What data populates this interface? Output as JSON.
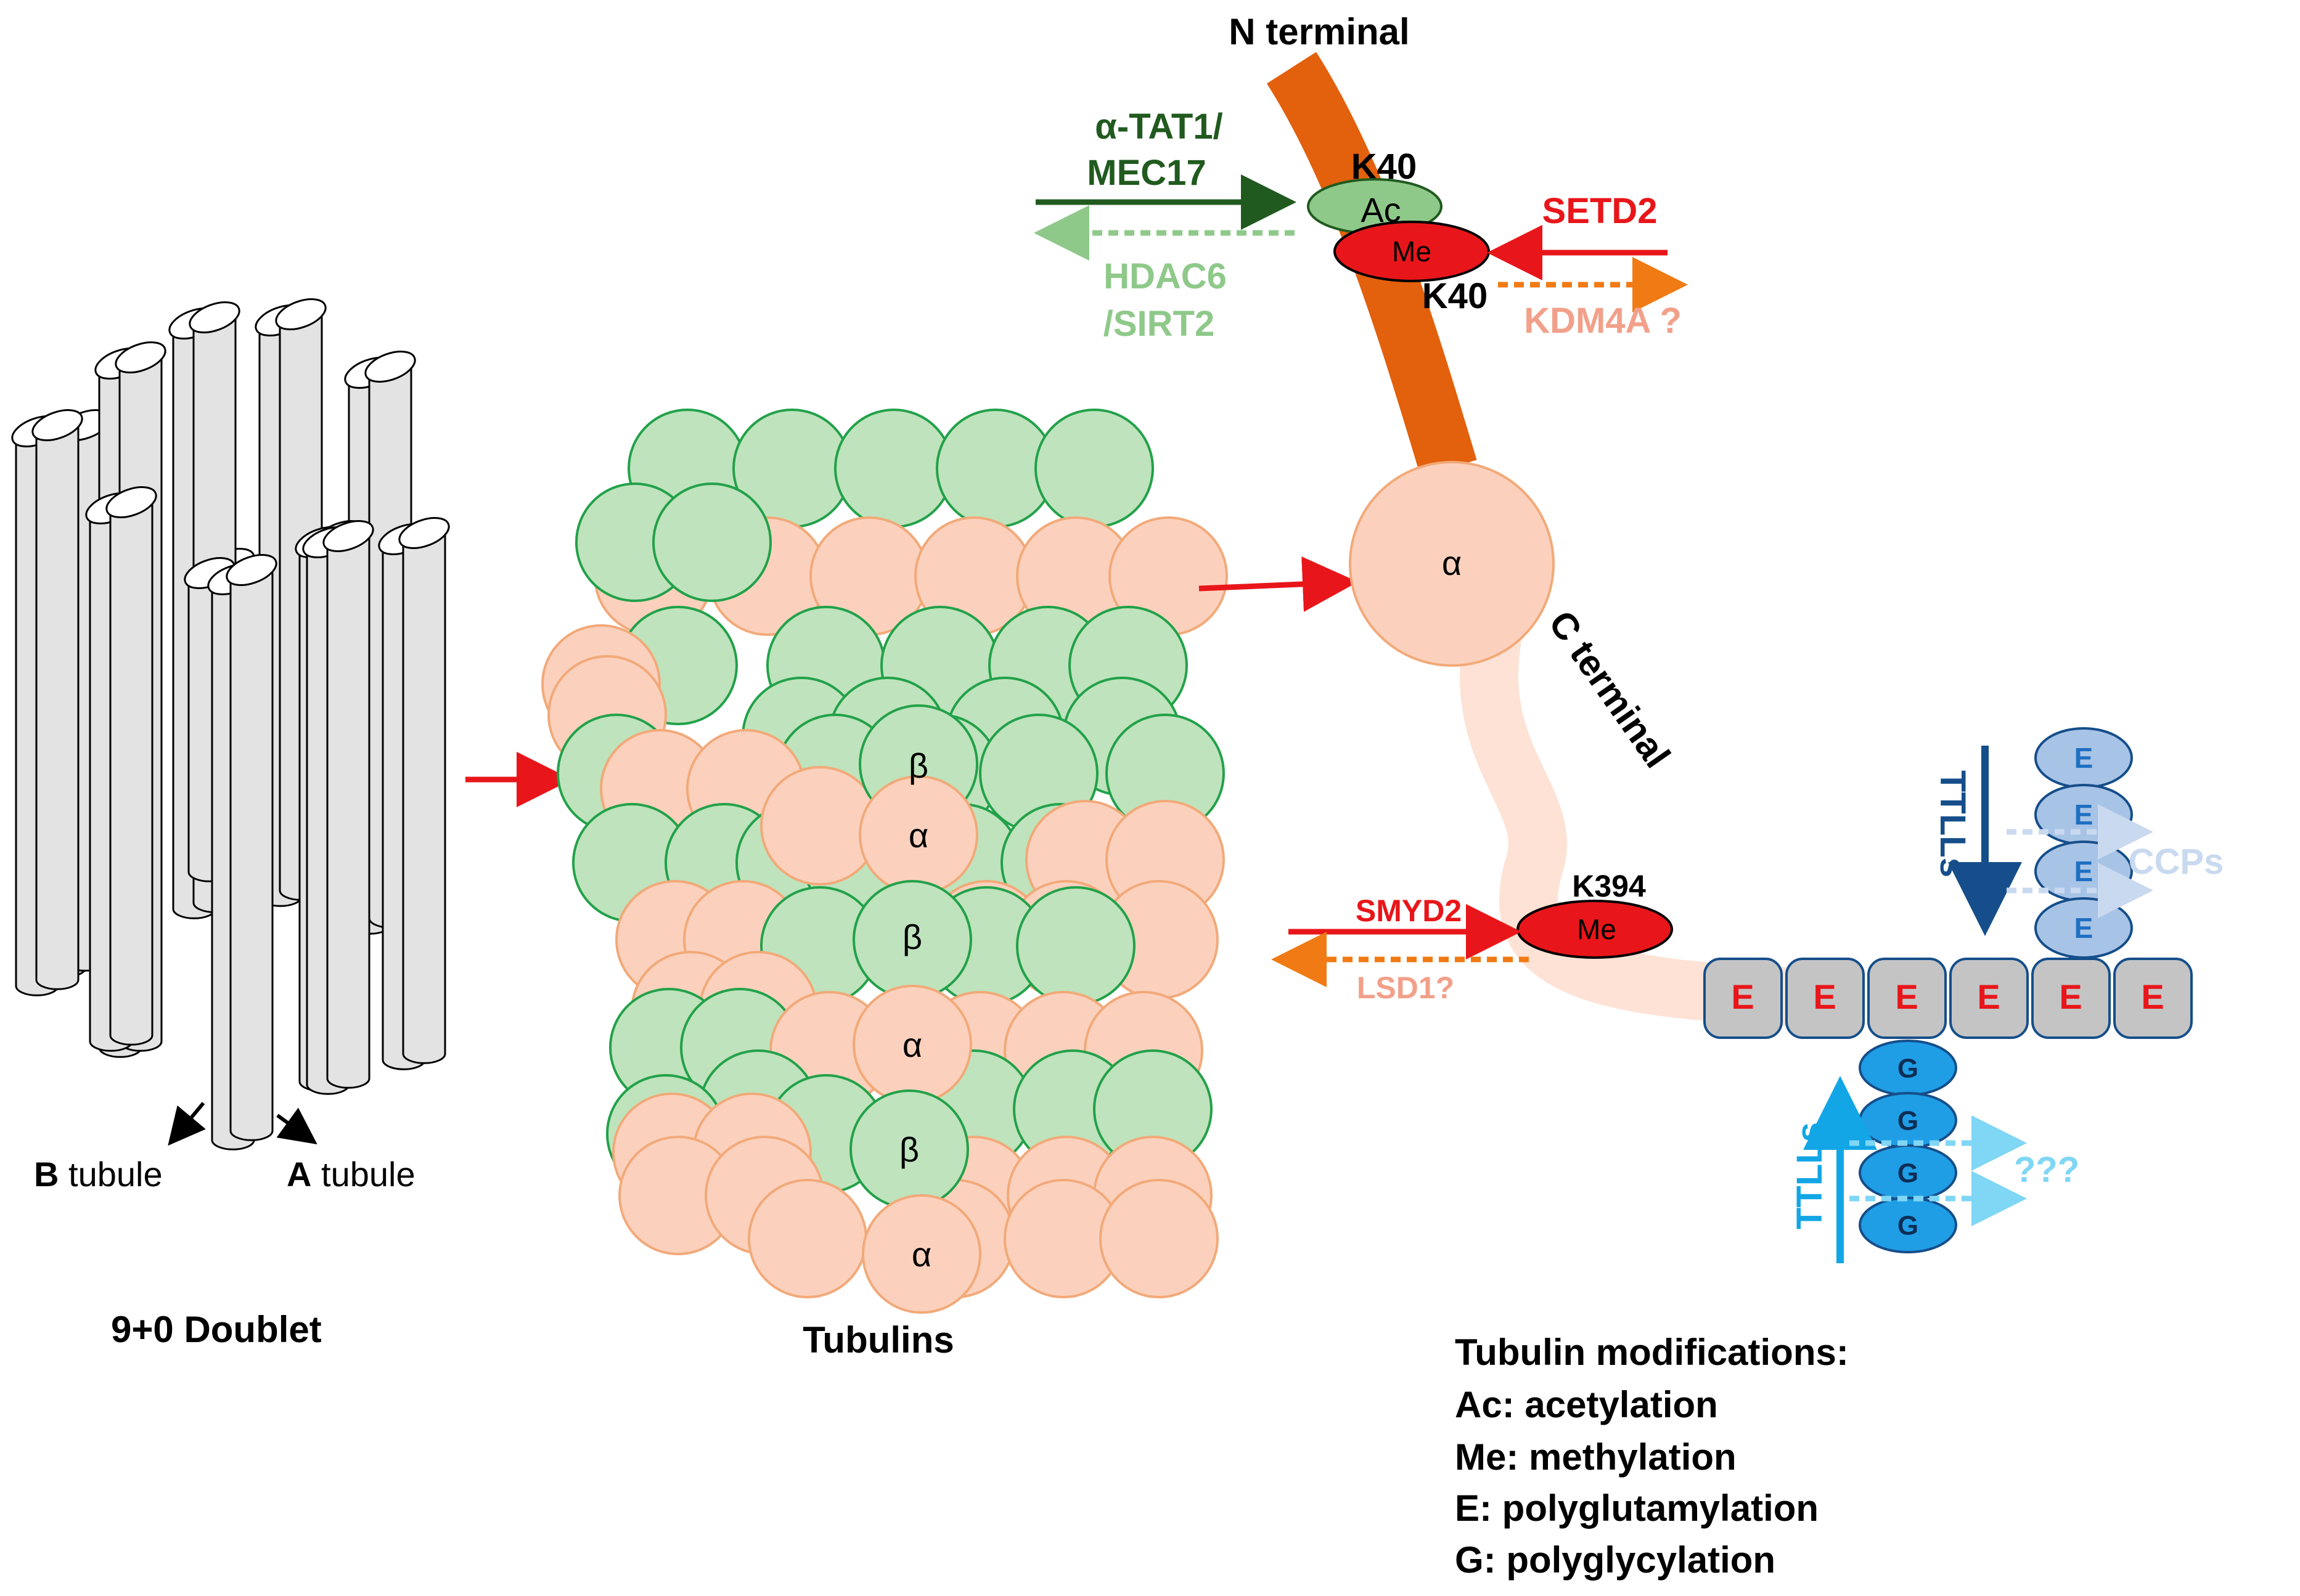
{
  "colors": {
    "tube_fill": "#e3e3e3",
    "tube_stroke": "#000000",
    "alpha_fill": "#fbd1bd",
    "alpha_stroke": "#f2a979",
    "beta_fill": "#bfe3bc",
    "beta_stroke": "#22a14a",
    "beta_dark_fill": "#8fd08d",
    "n_terminal": "#e3600c",
    "c_terminal": "#fde2d5",
    "red": "#e8161a",
    "dark_green": "#215a1f",
    "light_green": "#8fc98a",
    "orange": "#f07a14",
    "salmon": "#f2a08a",
    "navy": "#154e8a",
    "cyan": "#12a6e6",
    "light_cyan": "#7fd6f5",
    "pale_blue": "#c9d9ef",
    "e_blue": "#a7c3e6",
    "e_chain_gray": "#c4c4c4",
    "g_blue": "#1f9ee6"
  },
  "doublet": {
    "b_tubule_bold": "B",
    "b_tubule_rest": " tubule",
    "a_tubule_bold": "A",
    "a_tubule_rest": " tubule",
    "caption": "9+0 Doublet"
  },
  "tubulins": {
    "caption": "Tubulins",
    "center_labels": [
      "β",
      "α",
      "β",
      "α",
      "β",
      "α"
    ]
  },
  "alpha_unit": {
    "label": "α",
    "n_terminal": "N terminal",
    "c_terminal": "C terminal"
  },
  "n_site": {
    "k40_top": "K40",
    "ac": "Ac",
    "me": "Me",
    "k40_bottom": "K40",
    "writer_ac_line1": "α-TAT1/",
    "writer_ac_line2": "MEC17",
    "eraser_ac_line1": "HDAC6",
    "eraser_ac_line2": "/SIRT2",
    "writer_me": "SETD2",
    "eraser_me": "KDM4A ?"
  },
  "c_site": {
    "k394": "K394",
    "me": "Me",
    "writer_me": "SMYD2",
    "eraser_me": "LSD1?"
  },
  "glutamate_chain": [
    "E",
    "E",
    "E",
    "E",
    "E",
    "E"
  ],
  "glutamate_branch": [
    "E",
    "E",
    "E",
    "E"
  ],
  "glycine_branch": [
    "G",
    "G",
    "G",
    "G"
  ],
  "enzymes": {
    "ttlls_glu": "TTLLs",
    "ccps": "CCPs",
    "ttlls_gly": "TTLLs",
    "unknown_gly": "???"
  },
  "legend": {
    "title": "Tubulin modifications:",
    "items": [
      "Ac: acetylation",
      "Me: methylation",
      "E: polyglutamylation",
      "G: polyglycylation"
    ]
  }
}
